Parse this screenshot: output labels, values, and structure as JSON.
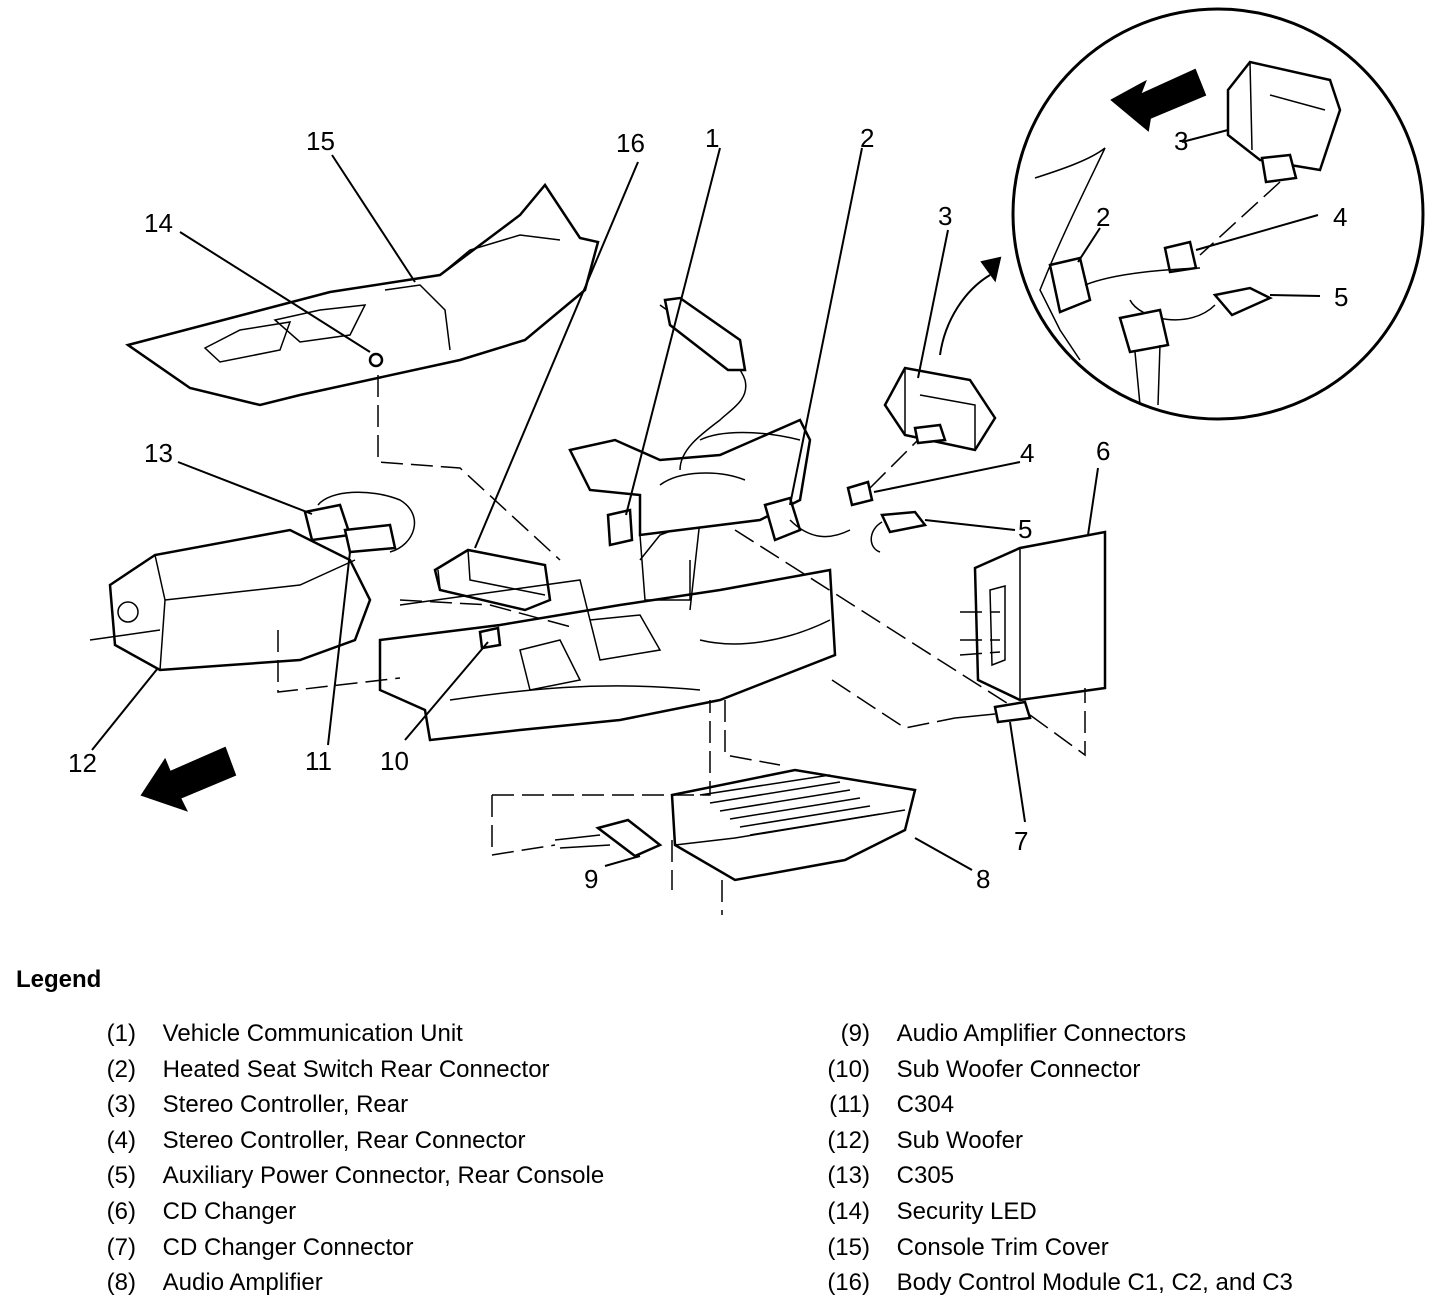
{
  "callouts": [
    "1",
    "2",
    "3",
    "4",
    "5",
    "6",
    "7",
    "8",
    "9",
    "10",
    "11",
    "12",
    "13",
    "14",
    "15",
    "16"
  ],
  "inset_callouts": [
    "3",
    "2",
    "4",
    "5"
  ],
  "legend": {
    "title": "Legend",
    "left": [
      {
        "num": "(1)",
        "name": "Vehicle Communication Unit"
      },
      {
        "num": "(2)",
        "name": "Heated Seat Switch Rear Connector"
      },
      {
        "num": "(3)",
        "name": "Stereo Controller, Rear"
      },
      {
        "num": "(4)",
        "name": "Stereo Controller, Rear Connector"
      },
      {
        "num": "(5)",
        "name": "Auxiliary Power Connector, Rear Console"
      },
      {
        "num": "(6)",
        "name": "CD Changer"
      },
      {
        "num": "(7)",
        "name": "CD Changer Connector"
      },
      {
        "num": "(8)",
        "name": "Audio Amplifier"
      }
    ],
    "right": [
      {
        "num": "(9)",
        "name": "Audio Amplifier Connectors"
      },
      {
        "num": "(10)",
        "name": "Sub Woofer Connector"
      },
      {
        "num": "(11)",
        "name": "C304"
      },
      {
        "num": "(12)",
        "name": "Sub Woofer"
      },
      {
        "num": "(13)",
        "name": "C305"
      },
      {
        "num": "(14)",
        "name": "Security LED"
      },
      {
        "num": "(15)",
        "name": "Console Trim Cover"
      },
      {
        "num": "(16)",
        "name": "Body Control Module C1, C2, and C3"
      }
    ]
  }
}
